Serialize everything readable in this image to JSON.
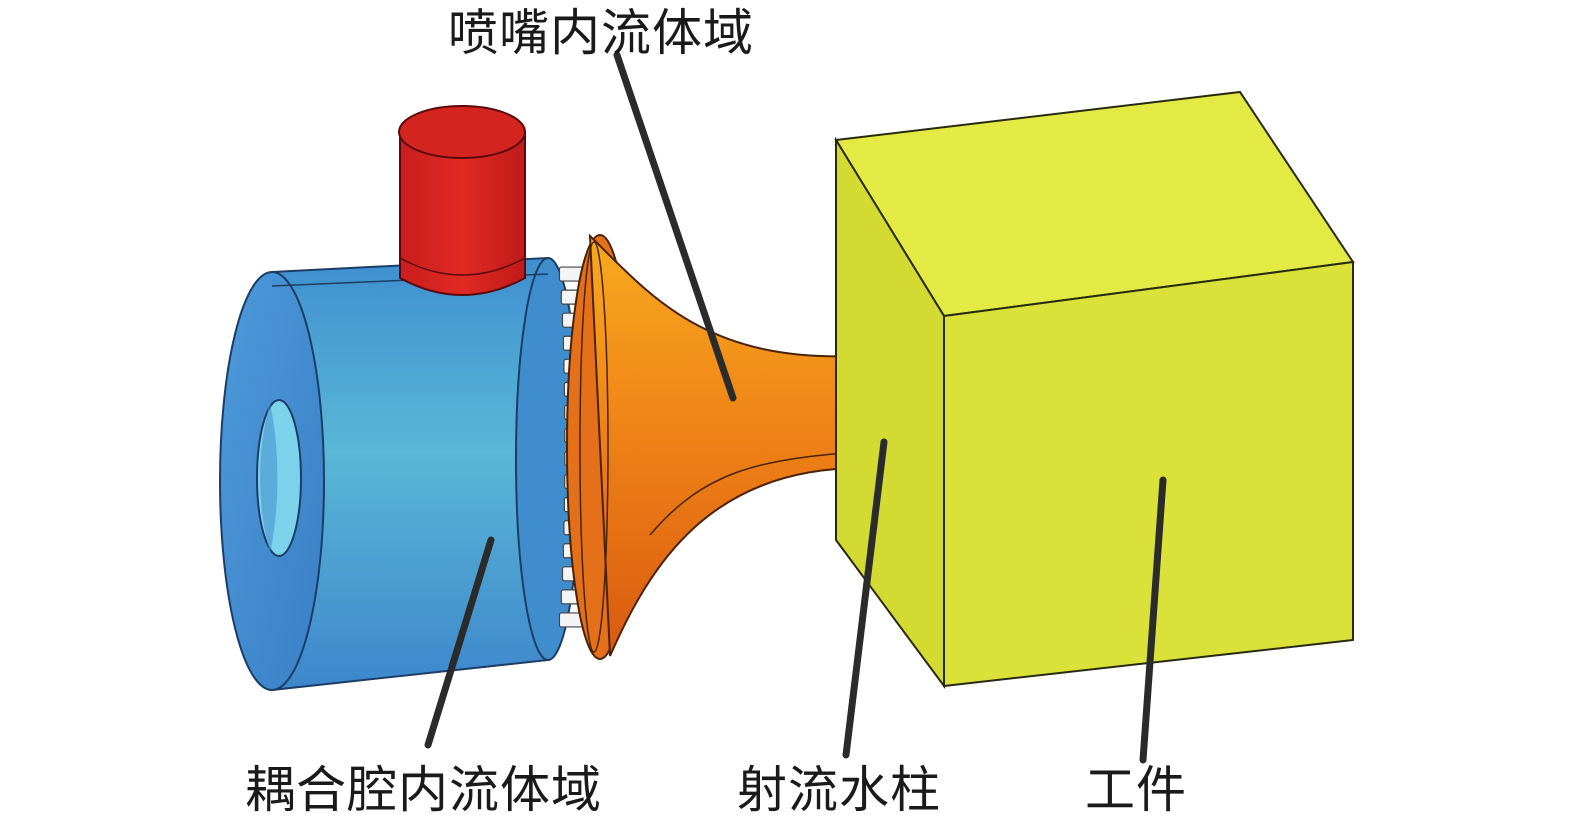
{
  "labels": {
    "nozzle": "喷嘴内流体域",
    "coupling_chamber": "耦合腔内流体域",
    "jet": "射流水柱",
    "workpiece": "工件"
  },
  "colors": {
    "cylinder_blue": "#48a6dc",
    "inlet_red": "#d42420",
    "nozzle_orange": "#ec7c14",
    "jet_green": "#49c050",
    "workpiece_yellow": "#dae23a",
    "leader_line": "#2b2b2b"
  }
}
